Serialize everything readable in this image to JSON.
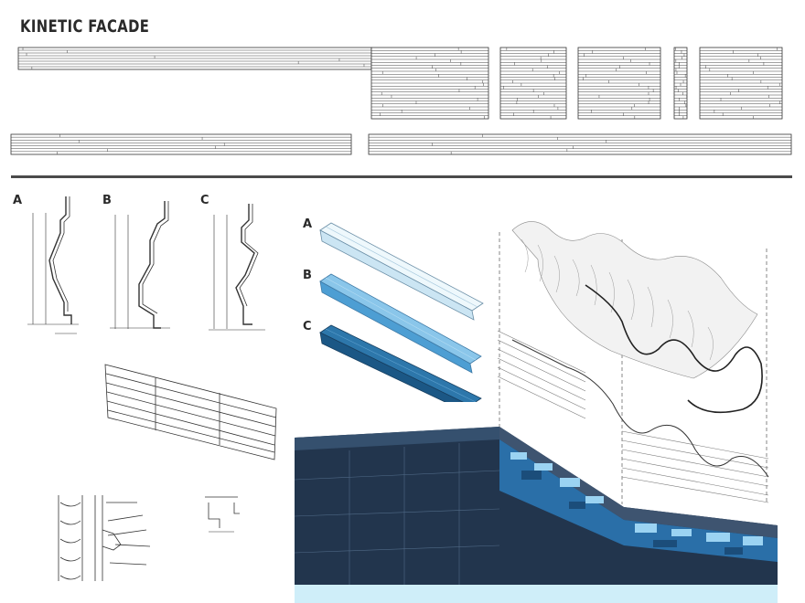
{
  "title": "KINETIC FACADE",
  "profiles": {
    "a": "A",
    "b": "B",
    "c": "C"
  },
  "panels": {
    "a": "A",
    "b": "B",
    "c": "C"
  },
  "colors": {
    "panel_a": "#d6ecf7",
    "panel_b": "#5ba7d6",
    "panel_c": "#1f5f8f",
    "building_dark": "#22354d",
    "facade_light": "#7ec3ec",
    "facade_mid": "#2f86c3",
    "ground": "#cfeef9"
  }
}
